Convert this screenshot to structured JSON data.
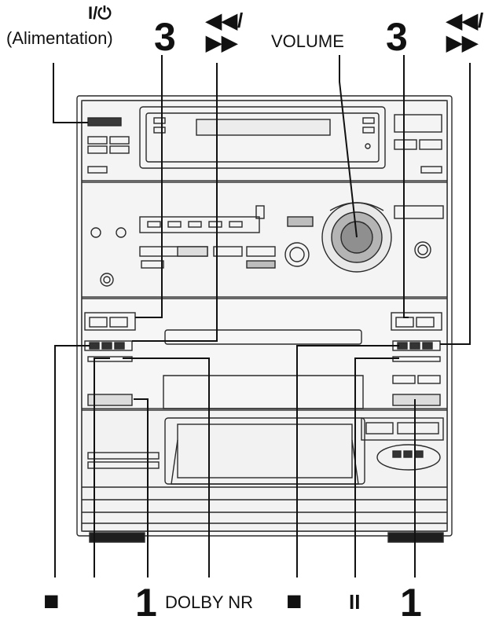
{
  "labels": {
    "power_symbol": "I/⏻",
    "power_caption": "(Alimentation)",
    "step_top_left": "3",
    "rewind_ff_left": "◀◀/\n▶▶",
    "volume": "VOLUME",
    "step_top_right": "3",
    "rewind_ff_right": "◀◀/\n▶▶",
    "stop_left": "■",
    "step_bottom_left": "1",
    "dolby_nr": "DOLBY NR",
    "stop_right": "■",
    "pause": "II",
    "step_bottom_right": "1"
  },
  "colors": {
    "ink": "#111111",
    "line": "#2a2a2a",
    "panel": "#f2f2f2",
    "panel_dark": "#d9d9d9"
  }
}
